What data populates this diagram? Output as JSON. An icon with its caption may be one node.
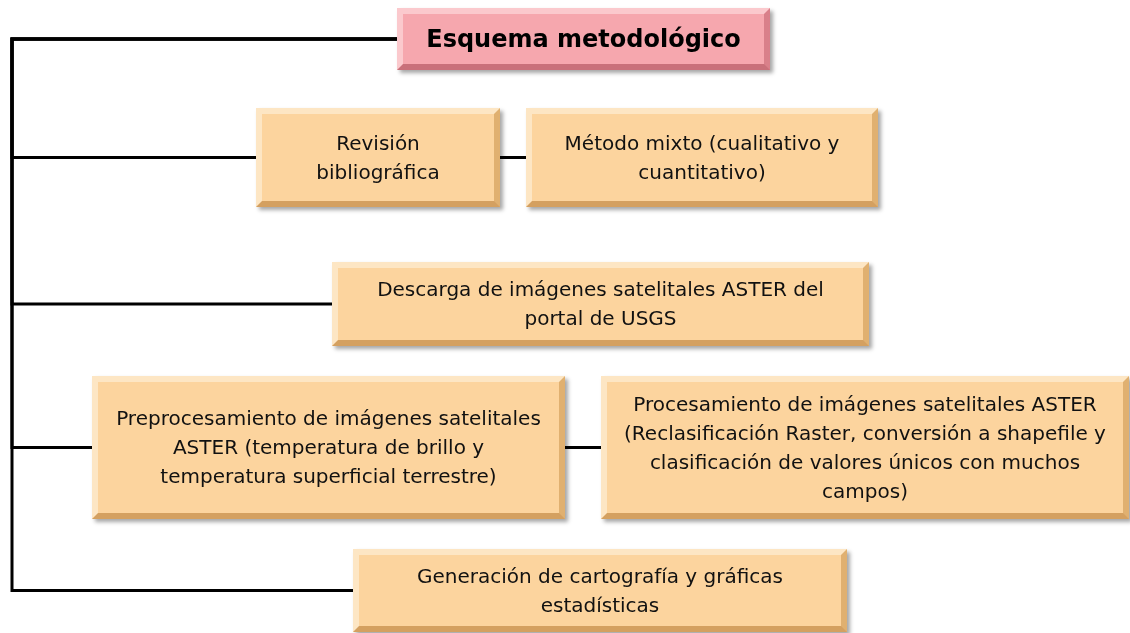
{
  "diagram": {
    "nodes": [
      {
        "text": [
          "Esquema metodológico"
        ]
      },
      {
        "text": [
          "Revisión bibliográfica"
        ]
      },
      {
        "text": [
          "Método mixto (cualitativo y cuantitativo)"
        ]
      },
      {
        "text": [
          "Descarga de imágenes satelitales ASTER del portal de USGS"
        ]
      },
      {
        "text": [
          "Preprocesamiento de imágenes satelitales ASTER (temperatura de brillo y temperatura superficial terrestre)"
        ]
      },
      {
        "text": [
          "Procesamiento de imágenes satelitales ASTER (Reclasificación Raster, conversión a shapefile y clasificación de valores únicos con muchos campos)"
        ]
      },
      {
        "text": [
          "Generación de cartografía y gráficas estadísticas"
        ]
      }
    ],
    "edges": [
      {
        "from": 0,
        "to": 1,
        "arrow": "none"
      },
      {
        "from": 1,
        "to": 2,
        "arrow": "none"
      },
      {
        "from": 0,
        "to": 3,
        "arrow": "none"
      },
      {
        "from": 0,
        "to": 4,
        "arrow": "none"
      },
      {
        "from": 4,
        "to": 5,
        "arrow": "none"
      },
      {
        "from": 0,
        "to": 6,
        "arrow": "none"
      }
    ]
  }
}
